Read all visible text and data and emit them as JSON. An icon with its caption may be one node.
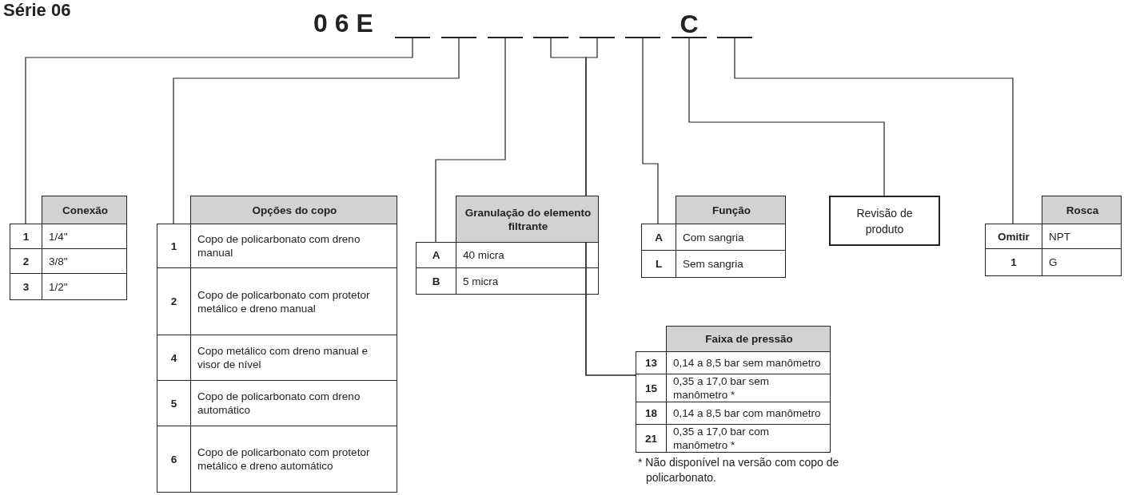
{
  "diagram": {
    "title": "Série 06",
    "nodes": [
      {
        "text": [],
        "shape": "bar"
      },
      {
        "text": [],
        "shape": "bar"
      },
      {
        "text": [],
        "shape": "bar"
      },
      {
        "text": [],
        "shape": "bar"
      },
      {
        "text": [],
        "shape": "bar"
      },
      {
        "text": [],
        "shape": "bar"
      },
      {
        "text": [
          "C"
        ]
      },
      {
        "text": [],
        "shape": "bar"
      },
      {
        "text": [
          "Conexão",
          "1",
          "1/4\"",
          "2",
          "3/8\"",
          "3",
          "1/2\""
        ]
      },
      {
        "text": [
          "Opções do copo",
          "1",
          "Copo de policarbonato com dreno manual",
          "2",
          "Copo de policarbonato com protetor metálico e dreno manual",
          "4",
          "Copo metálico com dreno manual e visor de nível",
          "5",
          "Copo de policarbonato com dreno automático",
          "6",
          "Copo de policarbonato com protetor metálico e dreno automático"
        ]
      },
      {
        "text": [
          "Granulação do elemento filtrante",
          "A",
          "40 micra",
          "B",
          "5 micra"
        ]
      },
      {
        "text": [
          "Função",
          "A",
          "Com sangria",
          "L",
          "Sem sangria"
        ]
      },
      {
        "text": [
          "Revisão de produto"
        ]
      },
      {
        "text": [
          "Rosca",
          "Omitir",
          "NPT",
          "1",
          "G"
        ]
      },
      {
        "text": [
          "Faixa de pressão",
          "13",
          "0,14 a 8,5 bar sem manômetro",
          "15",
          "0,35 a 17,0 bar sem manômetro *",
          "18",
          "0,14 a 8,5 bar com manômetro",
          "21",
          "0,35 a 17,0 bar com manômetro *"
        ],
        "beside": [
          "* Não disponível na versão com copo de policarbonato."
        ]
      }
    ],
    "edges": [
      {
        "from": 0,
        "to": 8,
        "arrow": "none"
      },
      {
        "from": 1,
        "to": 9,
        "arrow": "none"
      },
      {
        "from": 2,
        "to": 10,
        "arrow": "none"
      },
      {
        "from": 3,
        "to": 14,
        "arrow": "none"
      },
      {
        "from": 4,
        "to": 14,
        "arrow": "none"
      },
      {
        "from": 5,
        "to": 11,
        "arrow": "none"
      },
      {
        "from": 6,
        "to": 12,
        "arrow": "none"
      },
      {
        "from": 7,
        "to": 13,
        "arrow": "none"
      }
    ],
    "labels": [
      "0 6 E"
    ]
  }
}
